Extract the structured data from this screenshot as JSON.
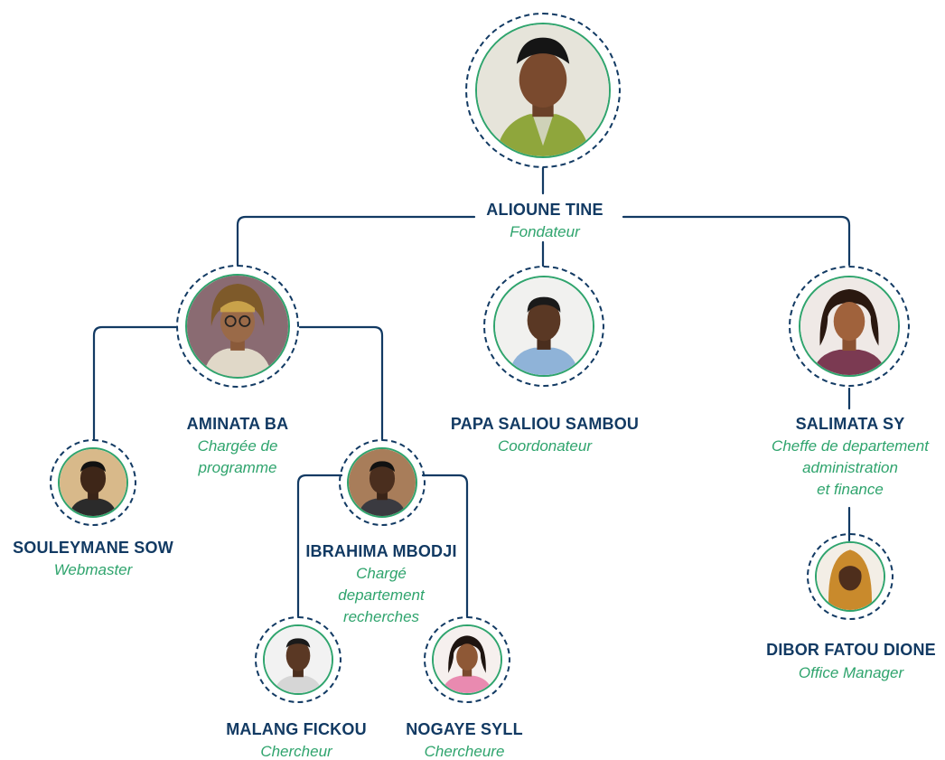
{
  "org_chart": {
    "members": [
      {
        "id": "tine",
        "name": "ALIOUNE  TINE",
        "role": "Fondateur"
      },
      {
        "id": "ba",
        "name": "AMINATA BA",
        "role": "Chargée de\nprogramme"
      },
      {
        "id": "sambou",
        "name": "PAPA SALIOU SAMBOU",
        "role": "Coordonateur"
      },
      {
        "id": "sy",
        "name": "SALIMATA SY",
        "role": "Cheffe de departement\nadministration\net finance"
      },
      {
        "id": "sow",
        "name": "SOULEYMANE SOW",
        "role": "Webmaster"
      },
      {
        "id": "mbodji",
        "name": "IBRAHIMA MBODJI",
        "role": "Chargé\ndepartement\nrecherches"
      },
      {
        "id": "fickou",
        "name": "MALANG FICKOU",
        "role": "Chercheur"
      },
      {
        "id": "syll",
        "name": "NOGAYE SYLL",
        "role": "Chercheure"
      },
      {
        "id": "dione",
        "name": "DIBOR FATOU DIONE",
        "role": "Office Manager"
      }
    ],
    "colors": {
      "navy": "#123a63",
      "green": "#2fa46d"
    }
  }
}
